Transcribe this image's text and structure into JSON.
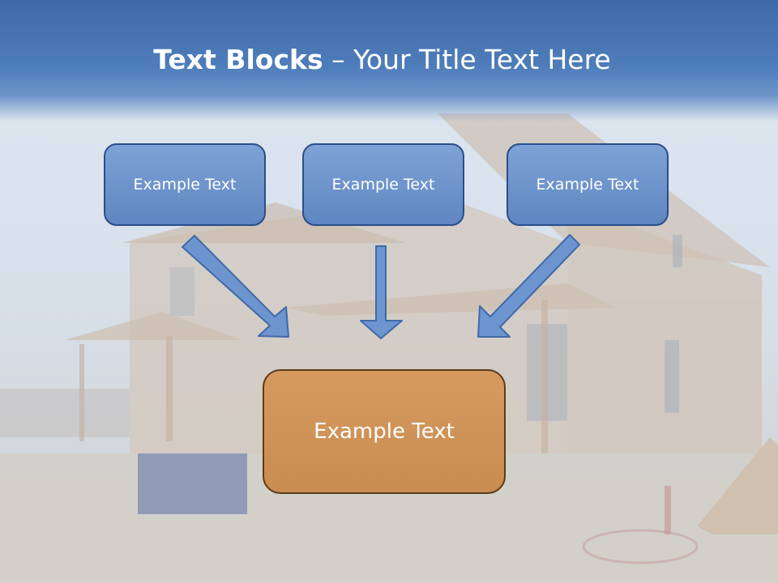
{
  "title": {
    "bold": "Text Blocks",
    "dash": " – ",
    "normal": "Your Title Text Here"
  },
  "boxes": {
    "left": "Example Text",
    "center": "Example Text",
    "right": "Example Text",
    "bottom": "Example Text"
  },
  "colors": {
    "title_bar": "#4e7dbb",
    "small_box_fill": "#6f94cc",
    "small_box_border": "#294e8a",
    "big_box_fill": "#cf9458",
    "big_box_border": "#5a3b1c",
    "arrow_fill": "#6d95cf"
  },
  "background": "house-under-construction-photo"
}
